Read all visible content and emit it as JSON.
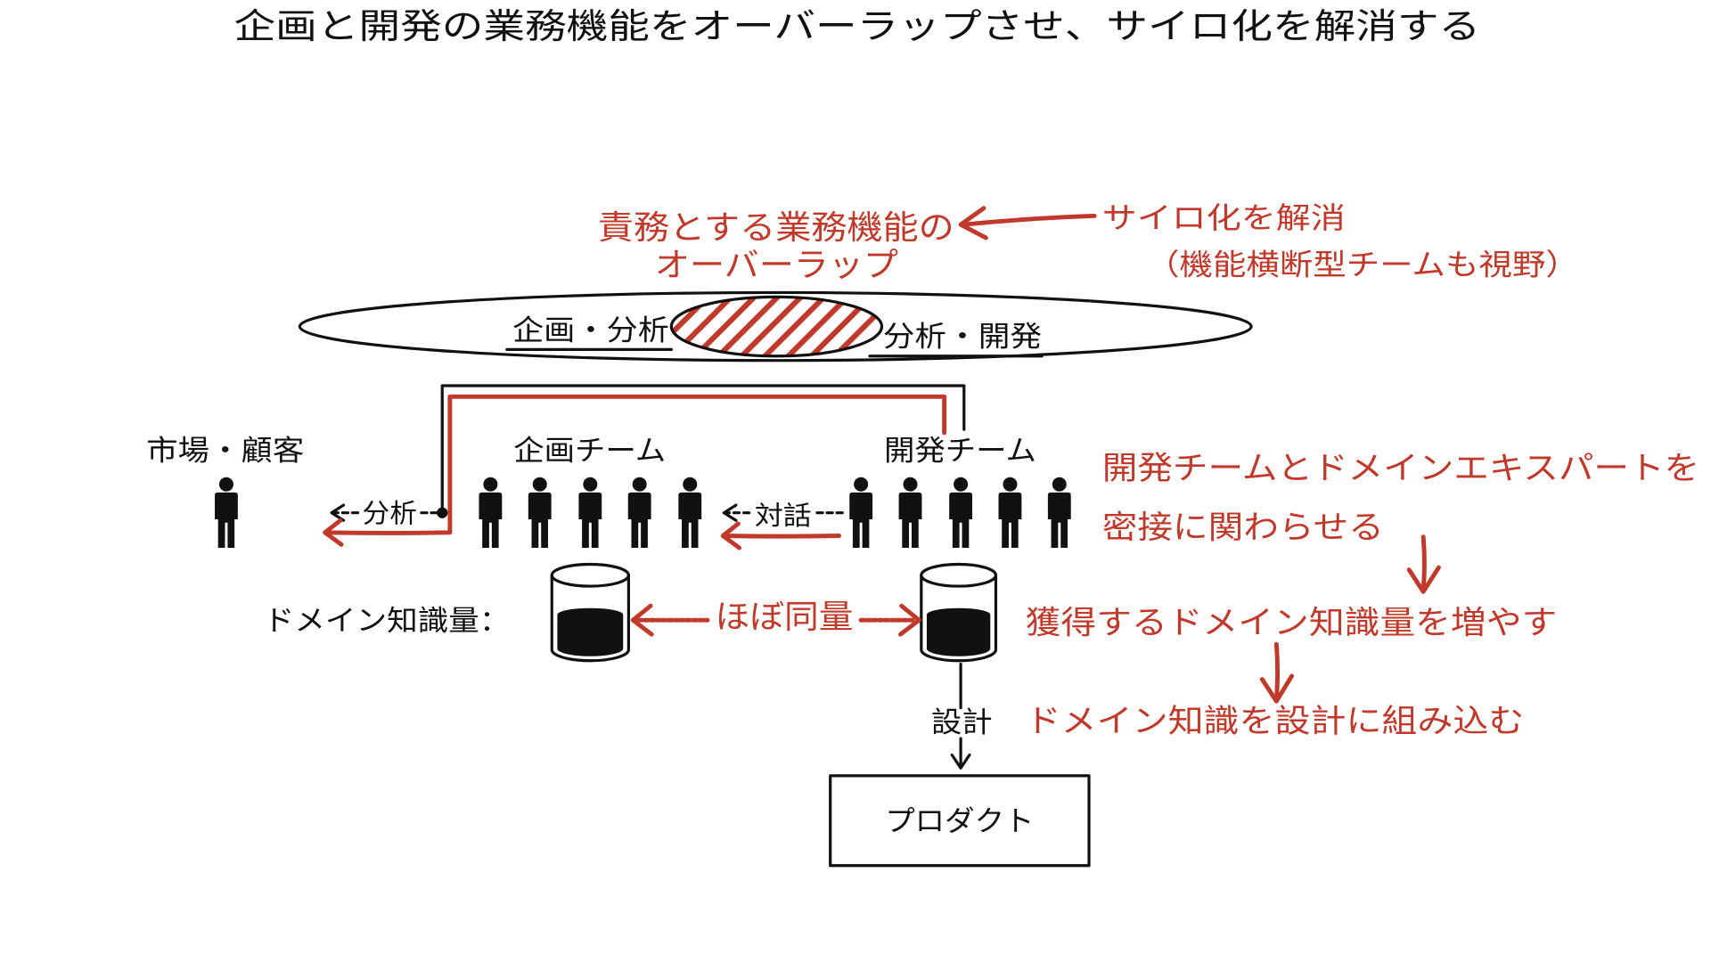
{
  "title": "企画と開発の業務機能をオーバーラップさせ、サイロ化を解消する",
  "overlap_note": {
    "line1": "責務とする業務機能の",
    "line2": "オーバーラップ"
  },
  "silo_note": {
    "line1": "サイロ化を解消",
    "line2": "（機能横断型チームも視野）"
  },
  "functions": {
    "planning": "企画・分析",
    "development": "分析・開発"
  },
  "actors": {
    "market": "市場・顧客",
    "planning_team": "企画チーム",
    "dev_team": "開発チーム"
  },
  "flows": {
    "analysis": "分析",
    "dialogue": "対話",
    "design": "設計"
  },
  "knowledge": {
    "label": "ドメイン知識量：",
    "comparison": "ほぼ同量"
  },
  "product": "プロダクト",
  "notes": {
    "expert_line1": "開発チームとドメインエキスパートを",
    "expert_line2": "密接に関わらせる",
    "increase": "獲得するドメイン知識量を増やす",
    "embed": "ドメイン知識を設計に組み込む"
  },
  "colors": {
    "accent": "#c0392b",
    "ink": "#111111"
  }
}
